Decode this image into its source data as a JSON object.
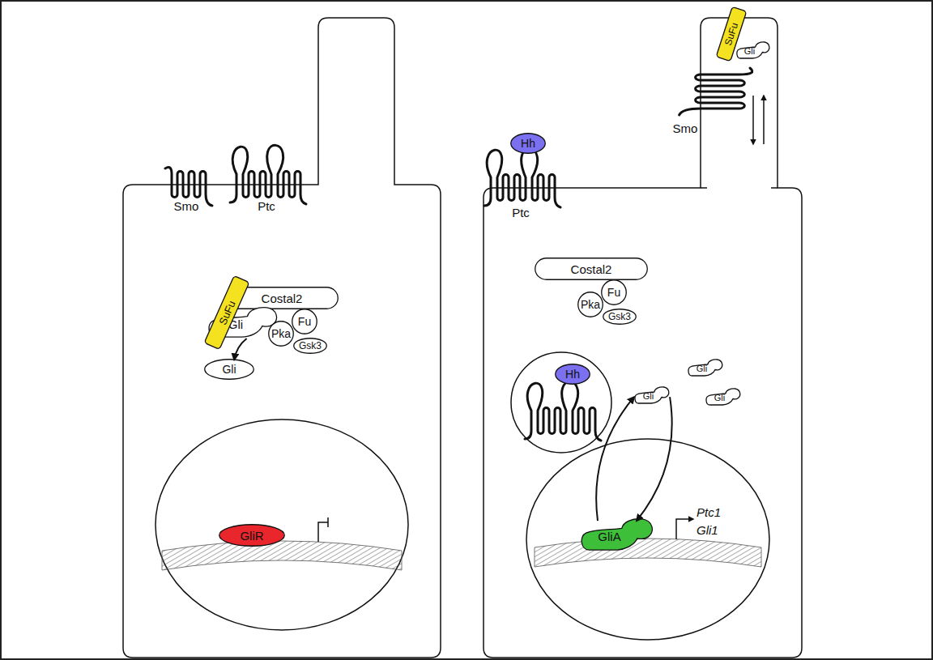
{
  "diagram": {
    "nodes": [
      {
        "text": [
          "SuFu"
        ]
      },
      {
        "text": [
          "Costal2"
        ]
      },
      {
        "text": [
          "Gli"
        ]
      },
      {
        "text": [
          "Fu"
        ]
      },
      {
        "text": [
          "Pka"
        ]
      },
      {
        "text": [
          "Gsk3"
        ]
      },
      {
        "text": [
          "Gli"
        ]
      },
      {
        "text": [
          "GliR"
        ]
      },
      {
        "text": [
          "Hh"
        ]
      },
      {
        "text": [
          "SuFu"
        ]
      },
      {
        "text": [
          "Gli"
        ]
      },
      {
        "text": [
          "Costal2"
        ]
      },
      {
        "text": [
          "Fu"
        ]
      },
      {
        "text": [
          "Pka"
        ]
      },
      {
        "text": [
          "Gsk3"
        ]
      },
      {
        "text": [
          "Hh"
        ]
      },
      {
        "text": [
          "Gli"
        ]
      },
      {
        "text": [
          "Gli"
        ]
      },
      {
        "text": [
          "Gli"
        ]
      },
      {
        "text": [
          "GliA"
        ]
      }
    ],
    "edges": [
      {
        "from": 2,
        "to": 6,
        "arrow": "to"
      },
      {
        "from": 19,
        "to": 17,
        "arrow": "to"
      },
      {
        "from": 17,
        "to": 19,
        "arrow": "to"
      }
    ],
    "labels": [
      "Smo",
      "Ptc",
      "Ptc",
      "Smo",
      "Ptc1",
      "Gli1"
    ]
  }
}
